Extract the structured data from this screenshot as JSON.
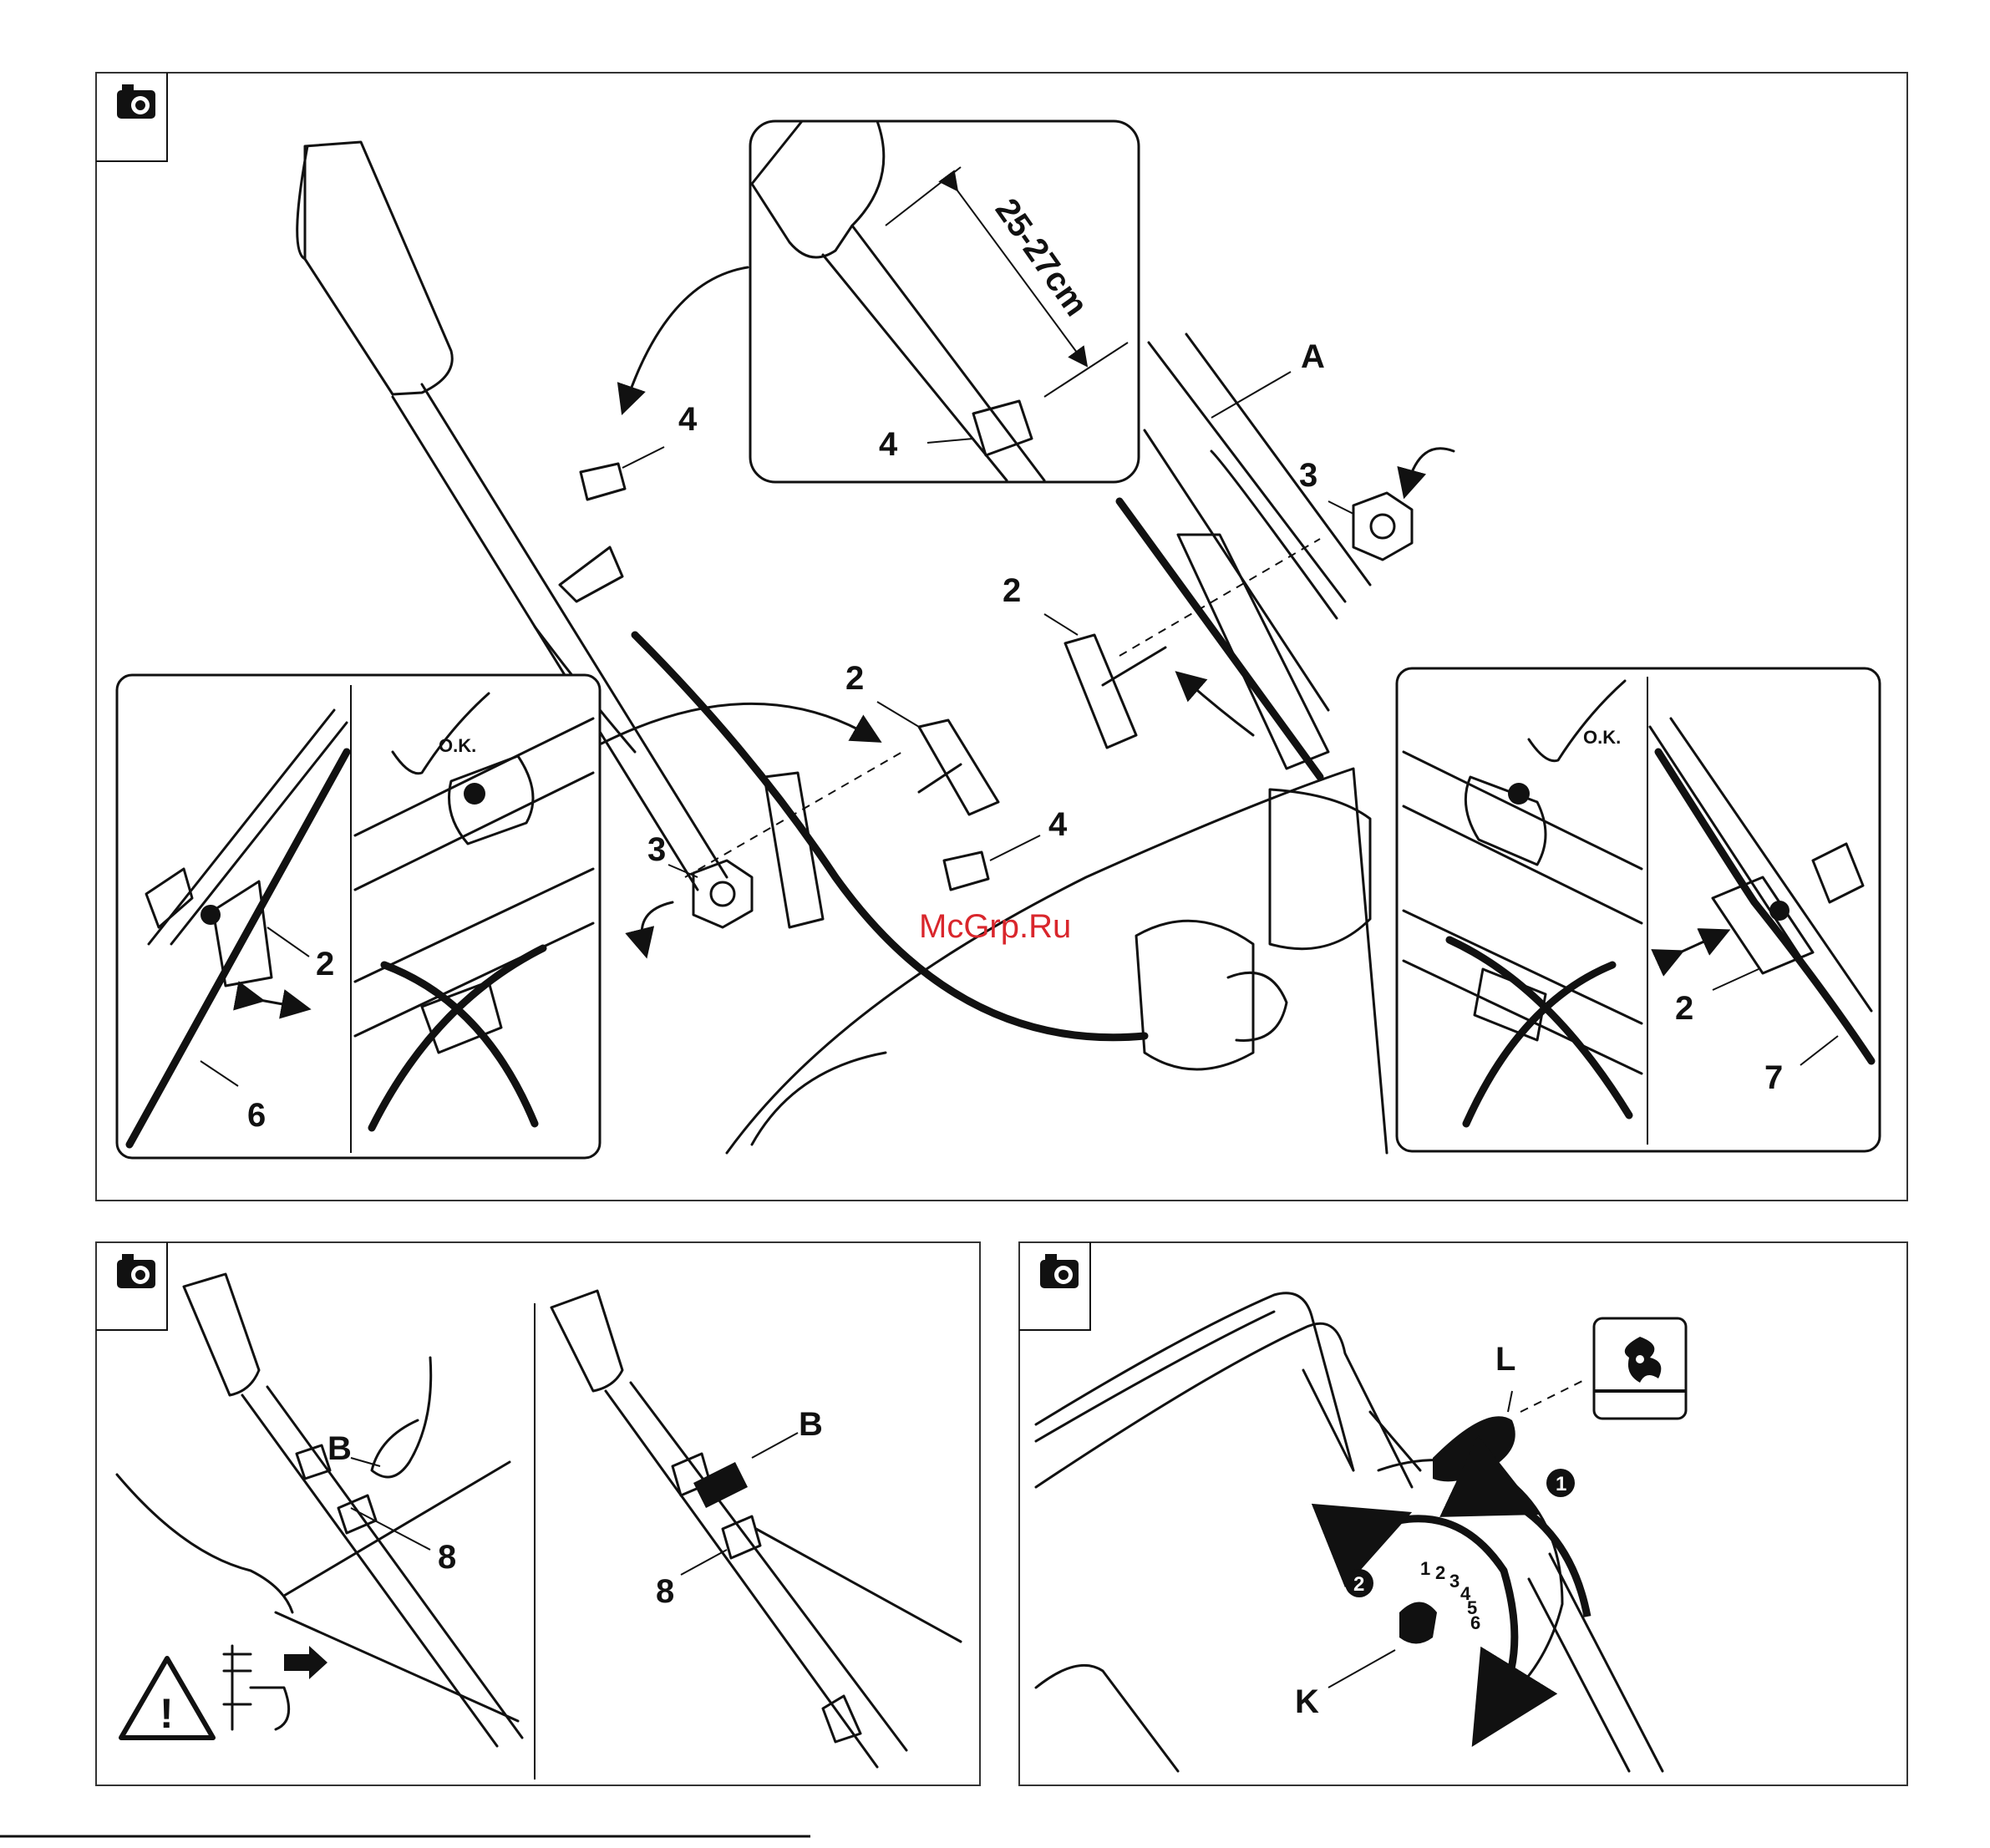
{
  "watermark": "McGrp.Ru",
  "panel_top": {
    "labels": {
      "a": "A",
      "part2_center": "2",
      "part2_left": "2",
      "part3_right": "3",
      "part3_left": "3",
      "part4_top": "4",
      "part4_low": "4",
      "part4_inset": "4"
    },
    "measurement": "25-27cm",
    "inset_left": {
      "ok": "O.K.",
      "label2": "2",
      "label6": "6"
    },
    "inset_right": {
      "ok": "O.K.",
      "label2": "2",
      "label7": "7"
    }
  },
  "panel_bottom_left": {
    "labels": {
      "b_left": "B",
      "eight_left": "8",
      "b_right": "B",
      "eight_right": "8"
    }
  },
  "panel_bottom_right": {
    "labels": {
      "l": "L",
      "k": "K",
      "step1": "1",
      "step2": "2"
    },
    "dial_scale": [
      "1",
      "2",
      "3",
      "4",
      "5",
      "6"
    ]
  }
}
